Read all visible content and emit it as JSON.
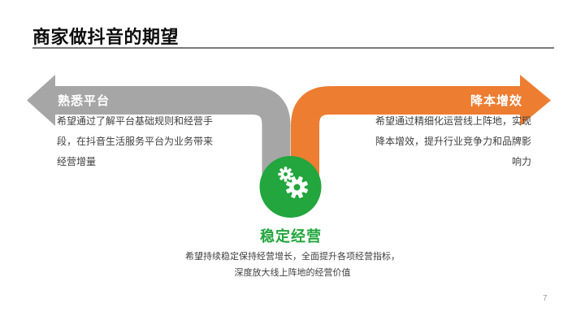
{
  "title": "商家做抖音的期望",
  "page_number": "7",
  "colors": {
    "gray": "#a6a6a6",
    "orange": "#ed7d31",
    "green": "#22a63d",
    "underline": "#7a7a7a"
  },
  "left_arrow": {
    "label": "熟悉平台",
    "lines": [
      "希望通过了解平台基础规则和经营手",
      "段，在抖音生活服务平台为业务带来",
      "经营增量"
    ]
  },
  "right_arrow": {
    "label": "降本增效",
    "lines": [
      "希望通过精细化运营线上阵地，实现",
      "降本增效，提升行业竞争力和品牌影",
      "响力"
    ]
  },
  "center": {
    "icon": "gears-icon",
    "label": "稳定经营",
    "lines": [
      "希望持续稳定保持经营增长，全面提升各项经营指标，",
      "深度放大线上阵地的经营价值"
    ]
  }
}
